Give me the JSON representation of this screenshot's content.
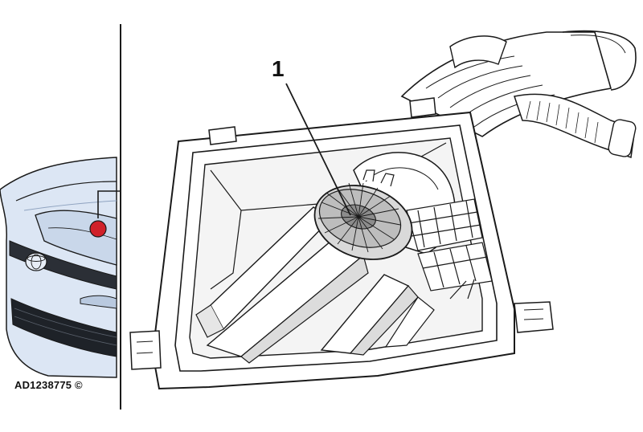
{
  "figure": {
    "callout_number": "1",
    "image_code": "AD1238775 ©",
    "colors": {
      "car_body": "#dce6f4",
      "car_shade": "#b9c9df",
      "location_marker": "#d0212a",
      "line": "#1a1a1a",
      "housing_fill": "#ffffff",
      "part_shade": "#d9d9d9"
    },
    "icons": {
      "locator_view": "car-front-locator",
      "detail_view": "air-filter-housing-illustration"
    }
  }
}
